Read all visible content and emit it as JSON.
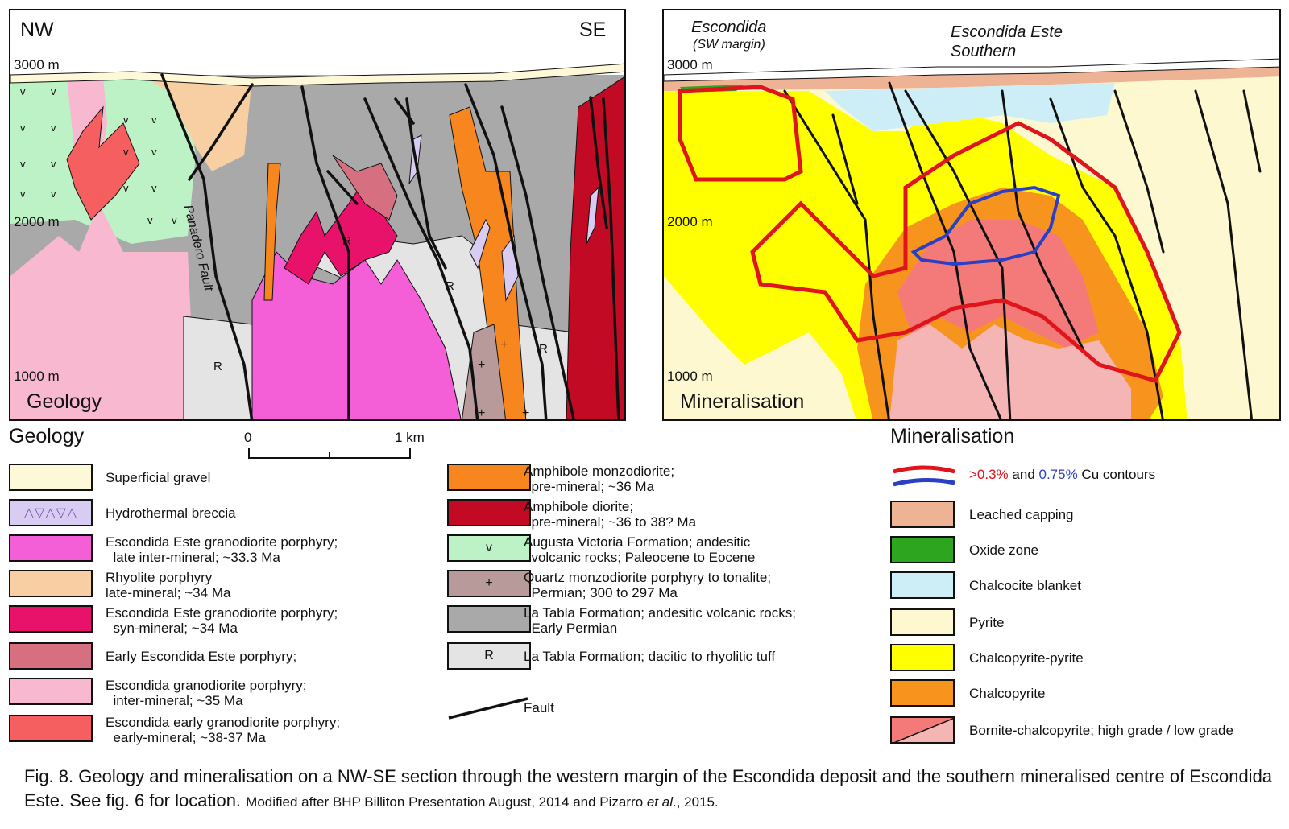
{
  "geology_panel": {
    "label": "Geology",
    "direction_left": "NW",
    "direction_right": "SE",
    "elevations": [
      "3000 m",
      "2000 m",
      "1000 m"
    ],
    "fault_label": "Panadero Fault",
    "unit_marks": [
      "R",
      "R",
      "R",
      "R"
    ]
  },
  "mineral_panel": {
    "label": "Mineralisation",
    "title_left": "Escondida",
    "title_left_sub": "(SW margin)",
    "title_right_1": "Escondida Este",
    "title_right_2": "Southern",
    "elevations": [
      "3000 m",
      "2000 m",
      "1000 m"
    ]
  },
  "scale_bar": {
    "start": "0",
    "end": "1 km"
  },
  "geology_legend": {
    "title": "Geology",
    "items": [
      {
        "label": "Superficial gravel",
        "color": "#fdf8d8",
        "symbol": ""
      },
      {
        "label": "Hydrothermal breccia",
        "color": "#d9ccf2",
        "symbol": "△▽△▽△"
      },
      {
        "label": "Escondida Este granodiorite porphyry;\n  late inter-mineral; ~33.3 Ma",
        "color": "#f45fd8",
        "symbol": ""
      },
      {
        "label": "Rhyolite porphyry\nlate-mineral; ~34 Ma",
        "color": "#f8cfa2",
        "symbol": ""
      },
      {
        "label": "Escondida Este granodiorite porphyry;\n  syn-mineral; ~34 Ma",
        "color": "#e8126a",
        "symbol": ""
      },
      {
        "label": "Early Escondida Este porphyry;",
        "color": "#d66f80",
        "symbol": ""
      },
      {
        "label": "Escondida granodiorite porphyry;\n  inter-mineral; ~35 Ma",
        "color": "#f8b8cf",
        "symbol": ""
      },
      {
        "label": "Escondida early granodiorite porphyry;\n  early-mineral; ~38-37 Ma",
        "color": "#f55f5f",
        "symbol": ""
      }
    ],
    "items2": [
      {
        "label": "Amphibole monzodiorite;\n  pre-mineral; ~36 Ma",
        "color": "#f7861e",
        "symbol": ""
      },
      {
        "label": "Amphibole diorite;\n  pre-mineral; ~36 to 38? Ma",
        "color": "#c20a24",
        "symbol": ""
      },
      {
        "label": "Augusta Victoria Formation; andesitic\n  volcanic rocks; Paleocene to Eocene",
        "color": "#bdf2c6",
        "symbol": "v"
      },
      {
        "label": "Quartz monzodiorite porphyry to tonalite;\n  Permian; 300 to 297 Ma",
        "color": "#b89a9a",
        "symbol": "+"
      },
      {
        "label": "La Tabla Formation; andesitic volcanic rocks;\n  Early Permian",
        "color": "#a9a9a9",
        "symbol": ""
      },
      {
        "label": "La Tabla Formation; dacitic to rhyolitic tuff",
        "color": "#e4e4e4",
        "symbol": "R"
      },
      {
        "label": "Fault",
        "color": "",
        "symbol": ""
      }
    ]
  },
  "mineral_legend": {
    "title": "Mineralisation",
    "contour_a": ">0.3%",
    "contour_and": " and ",
    "contour_b": "0.75%",
    "contour_c": " Cu contours",
    "contour_a_color": "#e0141b",
    "contour_b_color": "#2a3fc4",
    "items": [
      {
        "label": "Leached capping",
        "color": "#eeb394"
      },
      {
        "label": "Oxide zone",
        "color": "#2ea51f"
      },
      {
        "label": "Chalcocite blanket",
        "color": "#cdeef7"
      },
      {
        "label": "Pyrite",
        "color": "#fdf8cf"
      },
      {
        "label": "Chalcopyrite-pyrite",
        "color": "#ffff00"
      },
      {
        "label": "Chalcopyrite",
        "color": "#f7941d"
      },
      {
        "label": "Bornite-chalcopyrite; high grade / low grade",
        "color": "#f47a7a",
        "color_low": "#f6b5b5"
      }
    ]
  },
  "caption": {
    "main": "Fig. 8.  Geology and mineralisation on a NW-SE section through the western margin of the Escondida deposit and the southern mineralised centre of Escondida Este. See fig. 6 for location.",
    "source_a": "Modified after BHP Billiton Presentation August, 2014 and Pizarro ",
    "source_b": "et al",
    "source_c": "., 2015."
  }
}
